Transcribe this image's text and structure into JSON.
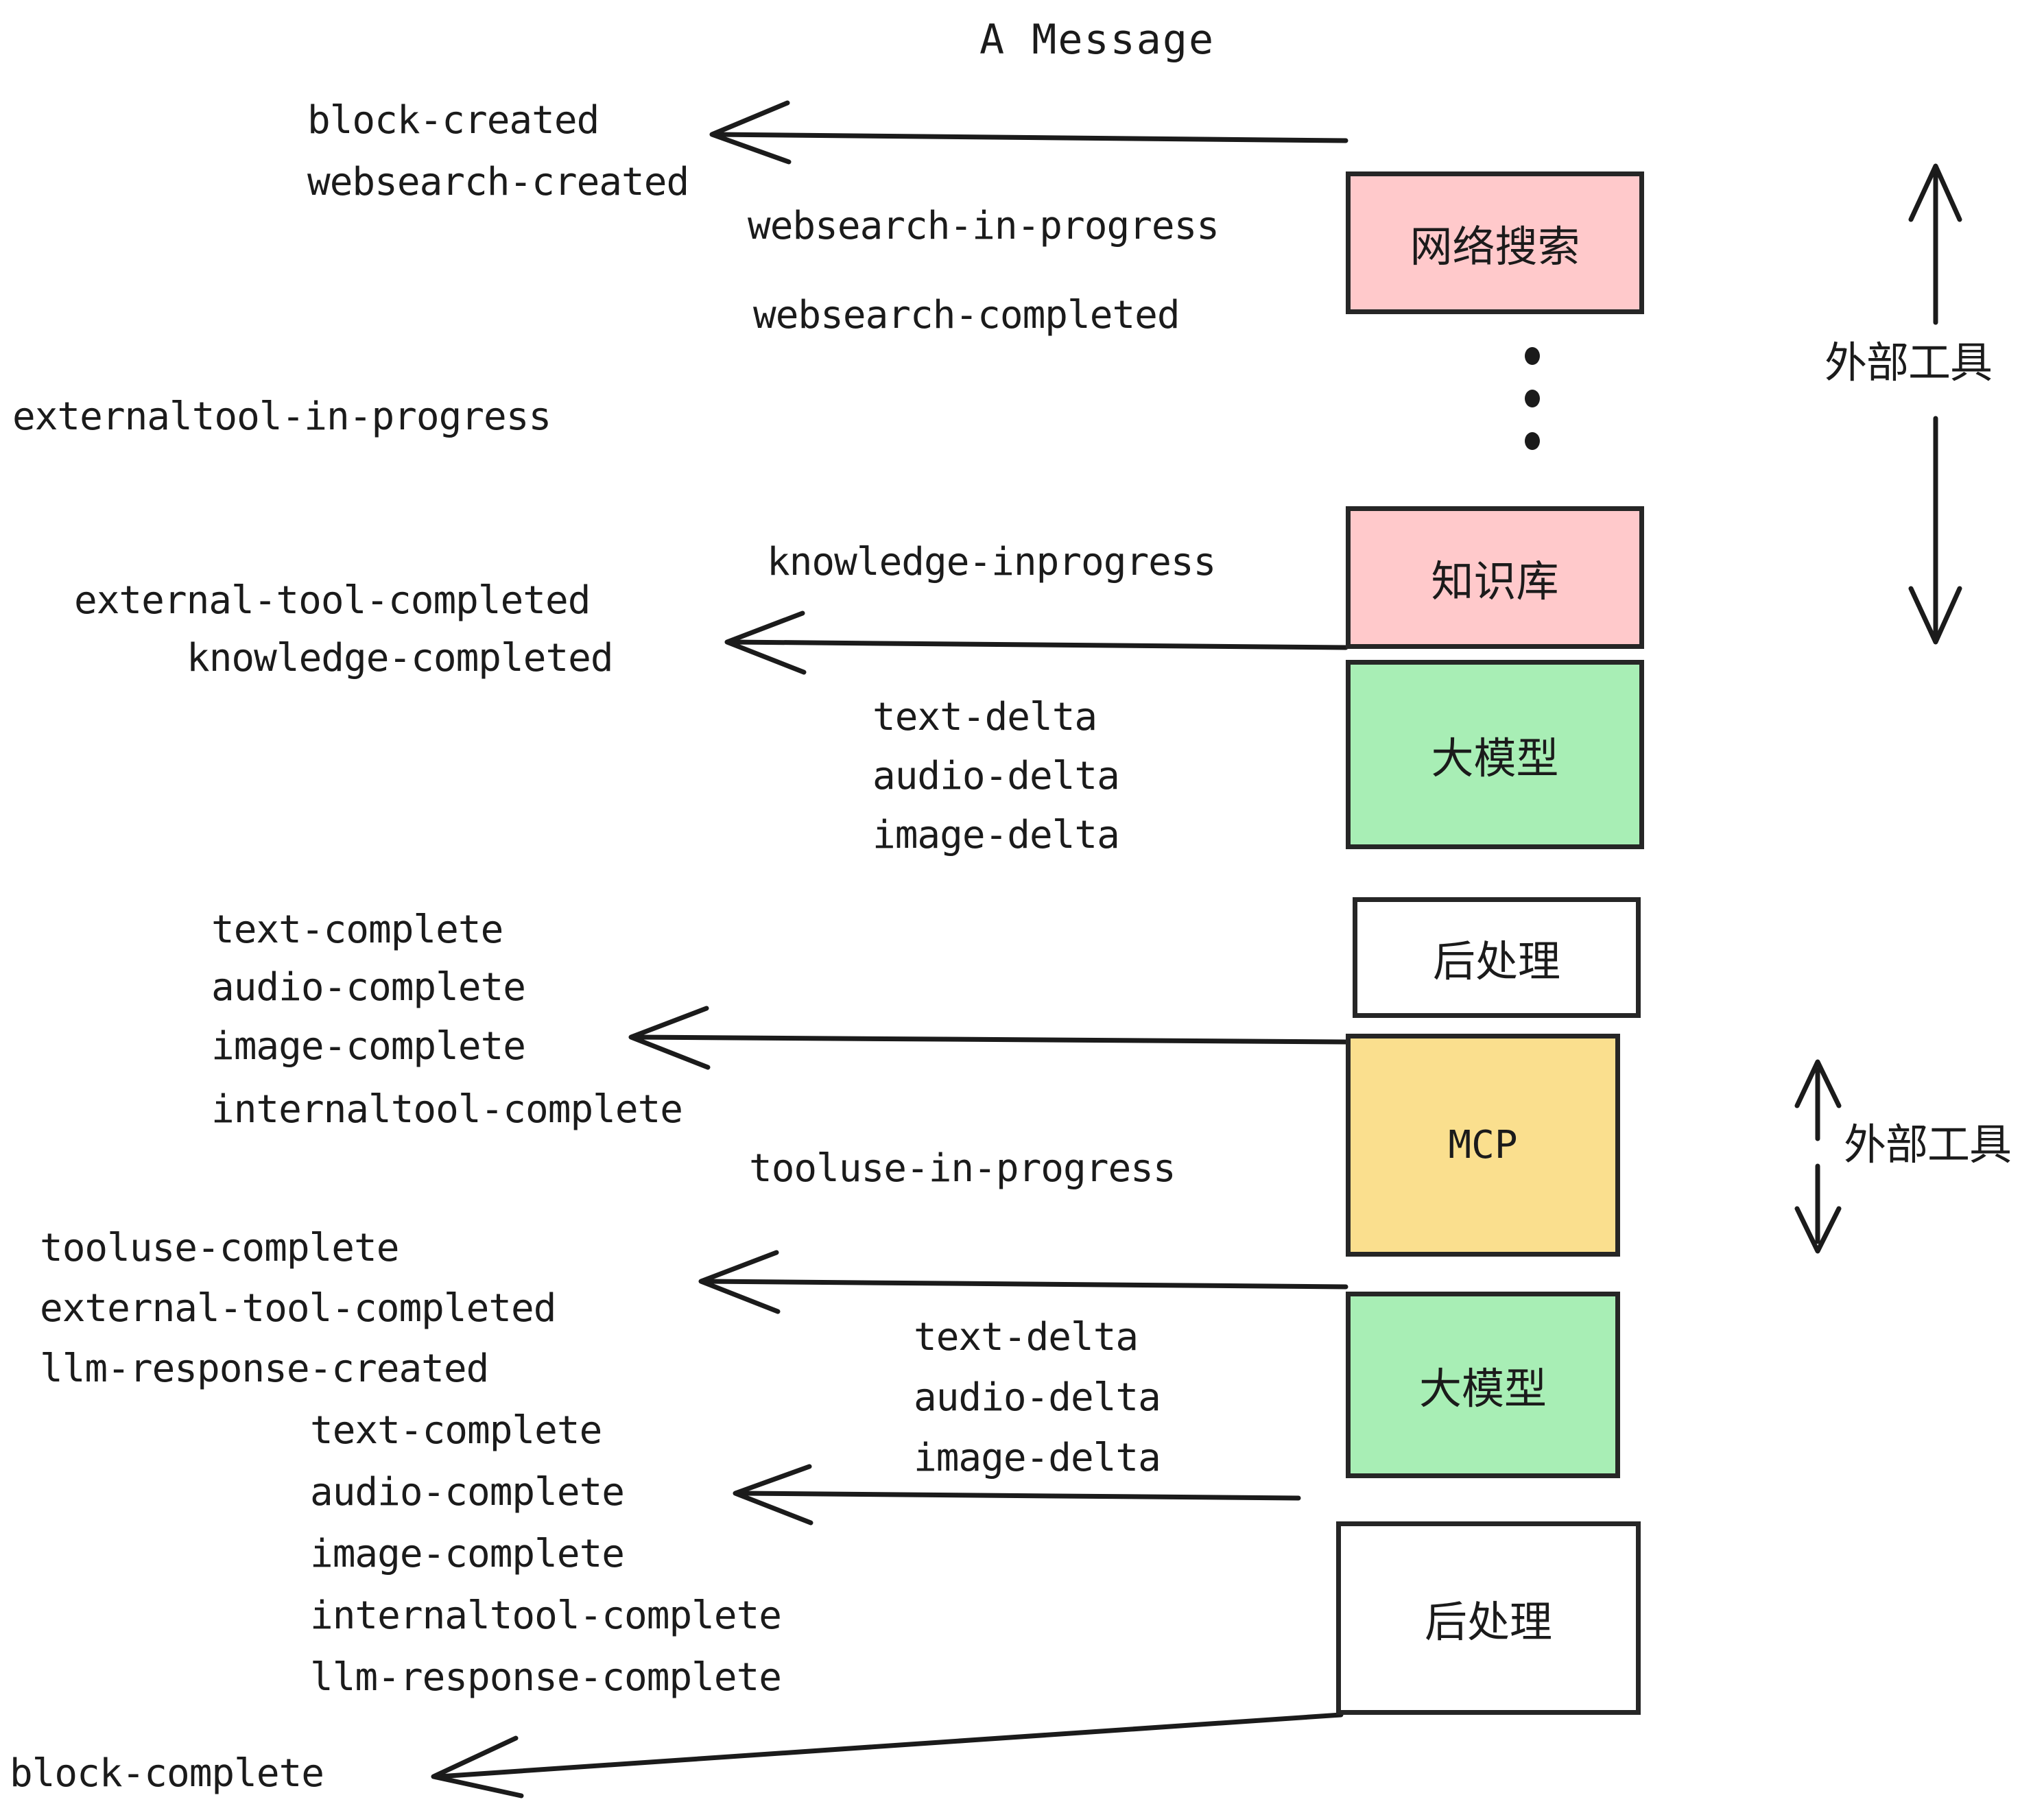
{
  "diagram": {
    "title": "A Message",
    "colors": {
      "pink": "#FFC9CB",
      "green": "#A8EEB5",
      "yellow": "#FADF8E",
      "white": "#FFFFFF",
      "stroke": "#1B1B1B"
    },
    "boxes": [
      {
        "id": "websearch",
        "label": "网络搜索",
        "fill": "#FFC9CB"
      },
      {
        "id": "knowledge",
        "label": "知识库",
        "fill": "#FFC9CB"
      },
      {
        "id": "llm-1",
        "label": "大模型",
        "fill": "#A8EEB5"
      },
      {
        "id": "postproc-1",
        "label": "后处理",
        "fill": "#FFFFFF"
      },
      {
        "id": "mcp",
        "label": "MCP",
        "fill": "#FADF8E"
      },
      {
        "id": "llm-2",
        "label": "大模型",
        "fill": "#A8EEB5"
      },
      {
        "id": "postproc-2",
        "label": "后处理",
        "fill": "#FFFFFF"
      }
    ],
    "side_brackets": [
      {
        "id": "external-tools-top",
        "label": "外部工具"
      },
      {
        "id": "external-tools-bottom",
        "label": "外部工具"
      }
    ],
    "events": {
      "block_created": "block-created",
      "websearch_created": "websearch-created",
      "websearch_in_progress": "websearch-in-progress",
      "websearch_completed": "websearch-completed",
      "externaltool_in_progress": "externaltool-in-progress",
      "knowledge_inprogress": "knowledge-inprogress",
      "external_tool_completed_1": "external-tool-completed",
      "knowledge_completed": "knowledge-completed",
      "text_delta_1": "text-delta",
      "audio_delta_1": "audio-delta",
      "image_delta_1": "image-delta",
      "text_complete_1": "text-complete",
      "audio_complete_1": "audio-complete",
      "image_complete_1": "image-complete",
      "internaltool_complete_1": "internaltool-complete",
      "tooluse_in_progress": "tooluse-in-progress",
      "tooluse_complete": "tooluse-complete",
      "external_tool_completed_2": "external-tool-completed",
      "llm_response_created": "llm-response-created",
      "text_delta_2": "text-delta",
      "audio_delta_2": "audio-delta",
      "image_delta_2": "image-delta",
      "text_complete_2": "text-complete",
      "audio_complete_2": "audio-complete",
      "image_complete_2": "image-complete",
      "internaltool_complete_2": "internaltool-complete",
      "llm_response_complete": "llm-response-complete",
      "block_complete": "block-complete"
    }
  }
}
